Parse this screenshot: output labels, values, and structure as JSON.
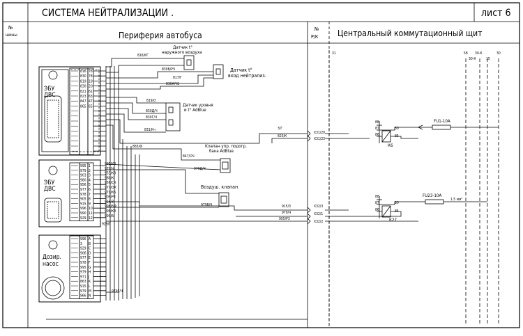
{
  "header": {
    "title": "СИСТЕМА НЕЙТРАЛИЗАЦИИ .",
    "sheet": "лист 6",
    "col_bus_no": [
      "№",
      "шины"
    ],
    "col_periphery": "Периферия автобуса",
    "col_rk": [
      "№",
      "Р/К"
    ],
    "col_central": "Центральный коммутационный щит"
  },
  "units": {
    "ecu_engine": [
      "ЭБУ",
      "ДВС"
    ],
    "ecu_2": [
      "ЭБУ",
      "ДВС"
    ],
    "dosing_pump": [
      "Дозир.",
      "насос"
    ]
  },
  "sensors": {
    "outside_temp": [
      "Датчик t°",
      "наружного воздуха"
    ],
    "inlet_temp": [
      "Датчик t°",
      "вход нейтрализ."
    ],
    "level_sensor": [
      "Датчик уровня",
      "и t° AdBlue"
    ],
    "heater_valve": [
      "Клапан упр. подогр.",
      "бака AdBlue"
    ],
    "air_valve": "Воздуш. клапан"
  },
  "wires": {
    "w816": "816/КГ",
    "w830b": "830Б/РЧ",
    "w817": "817/Г",
    "w830a": "830А/ЧБ",
    "w819": "819/О",
    "w830d": "830Д/Ч",
    "w830g": "830Г/Ч",
    "w831": "831/Кч",
    "w847": "847/ОЧ",
    "w979d": "979Д/Ч",
    "w979v": "979В/Ч",
    "w3g": "3/Г",
    "w823": "823/К",
    "w915": "915/3",
    "w979": "979/Ч",
    "w905": "905/Р3",
    "w979g": "979Г/Ч",
    "w865": "865/Ф"
  },
  "connectors": {
    "x31_20": "X31/20",
    "x31_23": "X31/23",
    "x32_3": "X32/3",
    "x32_1": "X32/1",
    "x32_2": "X32/2"
  },
  "relays": {
    "k6": "К6",
    "k27": "К27",
    "p88": "88",
    "p87": "87",
    "p86": "86",
    "p30": "30",
    "p85": "85"
  },
  "fuses": {
    "fu1": "FU1-10A",
    "fu23": "FU23-10A",
    "fu23_section": "1.5 мм²"
  },
  "buses": {
    "b58": "58",
    "b30k": "30-К",
    "b15": "15",
    "b30": "30",
    "b30k_left": "30-К",
    "b31": "31"
  },
  "ecu1_pins": {
    "wires": [
      "816",
      "830",
      "819",
      "830",
      "821",
      "823",
      "847",
      "865",
      "",
      "",
      "",
      "",
      "",
      "",
      "",
      "",
      ""
    ],
    "pins": [
      "76",
      "78",
      "19",
      "20",
      "61",
      "63",
      "47",
      "65",
      "",
      "",
      "",
      "",
      "",
      "",
      "",
      "",
      ""
    ]
  },
  "ecu2_pins": {
    "wires": [
      "995",
      "979",
      "903",
      "980",
      "956",
      "977",
      "978",
      "905",
      "915",
      "996",
      "990",
      "929"
    ],
    "pins": [
      "1",
      "2",
      "3",
      "4",
      "5",
      "6",
      "7",
      "8",
      "9",
      "10",
      "11",
      "12"
    ],
    "labels": [
      "995/КЗ",
      "979/Ч",
      "953/КЗ",
      "980/К",
      "956/СК",
      "977/ОК",
      "971/КБ",
      "905/Р3",
      "915/3",
      "996/БФ",
      "996/КЗ",
      "990/Б"
    ],
    "extra": "929/Г"
  },
  "pump_pins": {
    "wires": [
      "996",
      "3",
      "929",
      "906",
      "977",
      "978",
      "995",
      "979",
      "971",
      "863",
      "915",
      "979",
      "966"
    ],
    "pins": [
      "А",
      "В",
      "С",
      "D",
      "E",
      "F",
      "G",
      "H",
      "J",
      "K",
      "L",
      "M",
      "N"
    ]
  }
}
